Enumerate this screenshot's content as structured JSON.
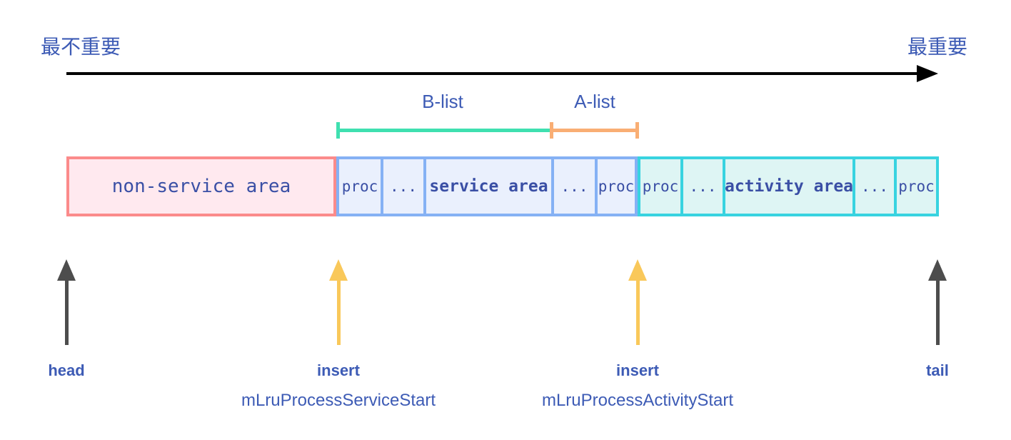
{
  "importance_axis": {
    "left_label": "最不重要",
    "right_label": "最重要",
    "arrow_color": "#000000"
  },
  "brackets": {
    "b_list": {
      "label": "B-list",
      "color": "#3fe0b0"
    },
    "a_list": {
      "label": "A-list",
      "color": "#f9ae74"
    }
  },
  "lru_bar": {
    "non_service": {
      "label": "non-service area",
      "fill": "#ffe9ef",
      "border": "#fb8b8b"
    },
    "b_section": {
      "fill": "#eaf0fd",
      "border": "#85b1f4",
      "cells": [
        "proc",
        "...",
        "service area",
        "...",
        "proc"
      ]
    },
    "a_section": {
      "fill": "#def5f4",
      "border": "#38d3e0",
      "cells": [
        "proc",
        "...",
        "activity area",
        "...",
        "proc"
      ]
    }
  },
  "pointers": [
    {
      "label": "head",
      "sublabel": "",
      "arrow_color": "#4d4d4d"
    },
    {
      "label": "insert",
      "sublabel": "mLruProcessServiceStart",
      "arrow_color": "#f9c85a"
    },
    {
      "label": "insert",
      "sublabel": "mLruProcessActivityStart",
      "arrow_color": "#f9c85a"
    },
    {
      "label": "tail",
      "sublabel": "",
      "arrow_color": "#4d4d4d"
    }
  ],
  "text_colors": {
    "label_blue": "#3d5bb5",
    "bar_text_navy": "#3a4fa5"
  }
}
